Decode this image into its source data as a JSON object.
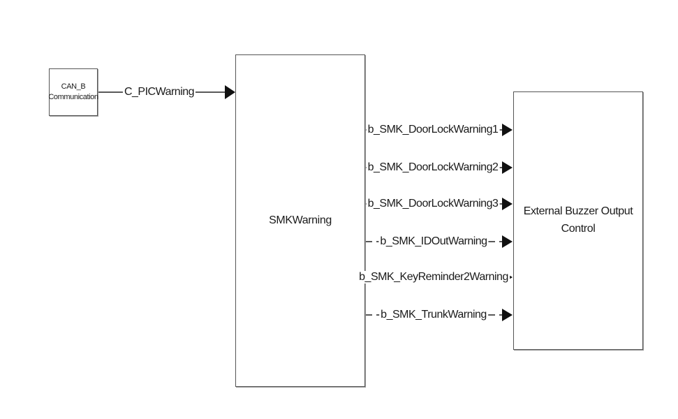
{
  "blocks": {
    "can": {
      "line1": "CAN_B",
      "line2": "Communication"
    },
    "smk": "SMKWarning",
    "ext": {
      "line1": "External Buzzer Output",
      "line2": "Control"
    }
  },
  "signals": {
    "input": "C_PICWarning",
    "outputs": [
      "b_SMK_DoorLockWarning1",
      "b_SMK_DoorLockWarning2",
      "b_SMK_DoorLockWarning3",
      "b_SMK_IDOutWarning",
      "b_SMK_KeyReminder2Warning",
      "b_SMK_TrunkWarning"
    ]
  }
}
